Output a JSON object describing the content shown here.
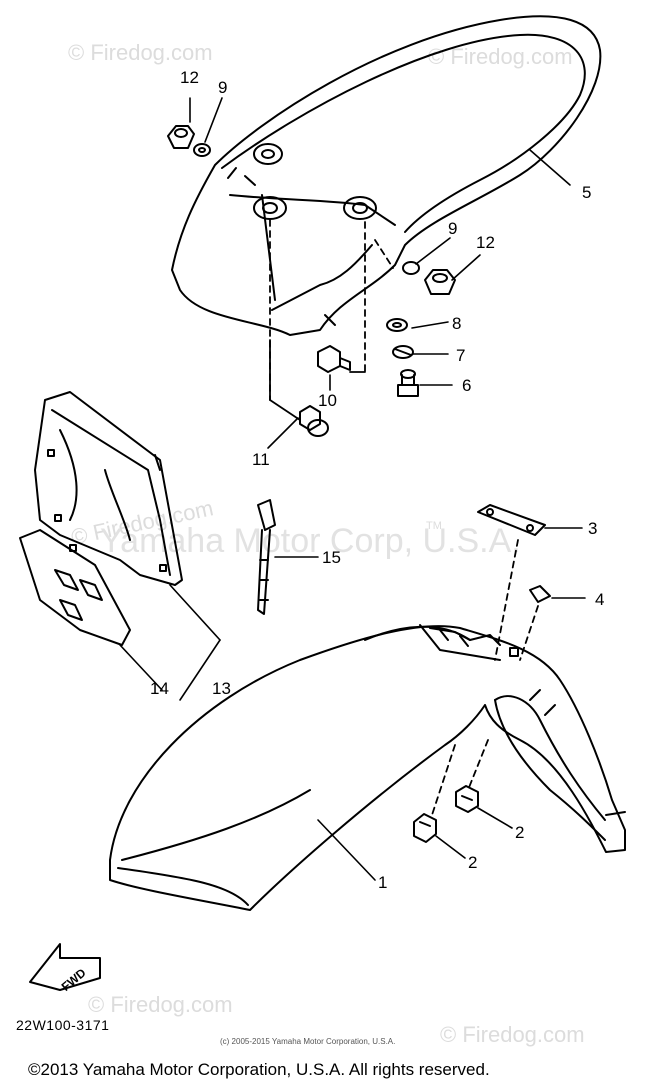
{
  "watermarks": {
    "top_left": "© Firedog.com",
    "top_right": "© Firedog.com",
    "mid_left": "© Firedog.com",
    "mid_big": "Yamaha Motor Corp, U.S.A.",
    "mid_tm": "TM",
    "bottom_left": "© Firedog.com",
    "bottom_right": "© Firedog.com"
  },
  "callouts": {
    "c1": "1",
    "c2a": "2",
    "c2b": "2",
    "c3": "3",
    "c4": "4",
    "c5": "5",
    "c6": "6",
    "c7": "7",
    "c8": "8",
    "c9a": "9",
    "c9b": "9",
    "c10": "10",
    "c11": "11",
    "c12a": "12",
    "c12b": "12",
    "c13": "13",
    "c14": "14",
    "c15": "15"
  },
  "fwd_label": "FWD",
  "diagram_code": "22W100-3171",
  "small_copyright": "(c) 2005-2015 Yamaha Motor Corporation, U.S.A.",
  "copyright": "©2013 Yamaha Motor Corporation, U.S.A. All rights reserved."
}
